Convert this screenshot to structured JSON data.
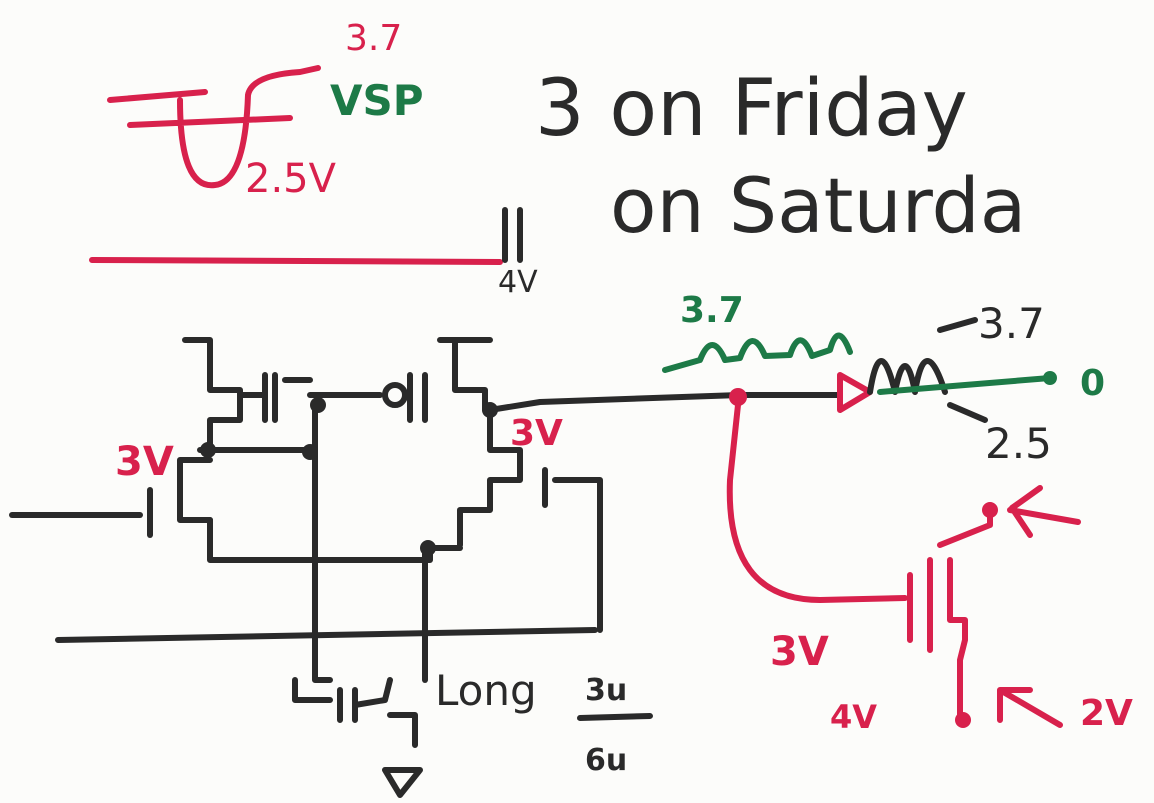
{
  "notes": {
    "line1": "3 on Friday",
    "line2": "on Saturda",
    "line2_suffix_hidden": ""
  },
  "labels": {
    "vsp_top": "3.7",
    "vsp": "VSP",
    "vsp_bottom": "2.5V",
    "supply": "4V",
    "gate_left": "3V",
    "gate_right": "3V",
    "node_top": "3.7",
    "node_low": "2.5",
    "out_high": "3.7",
    "out_low": "2.5",
    "output": "0",
    "bias_left": "3V",
    "bias_bottom": "4V",
    "bias_right": "2V",
    "long": "Long",
    "ratio_num": "3u",
    "ratio_den": "6u"
  },
  "colors": {
    "black": "#2a2a2a",
    "red": "#d8214c",
    "green": "#1d7a47"
  }
}
